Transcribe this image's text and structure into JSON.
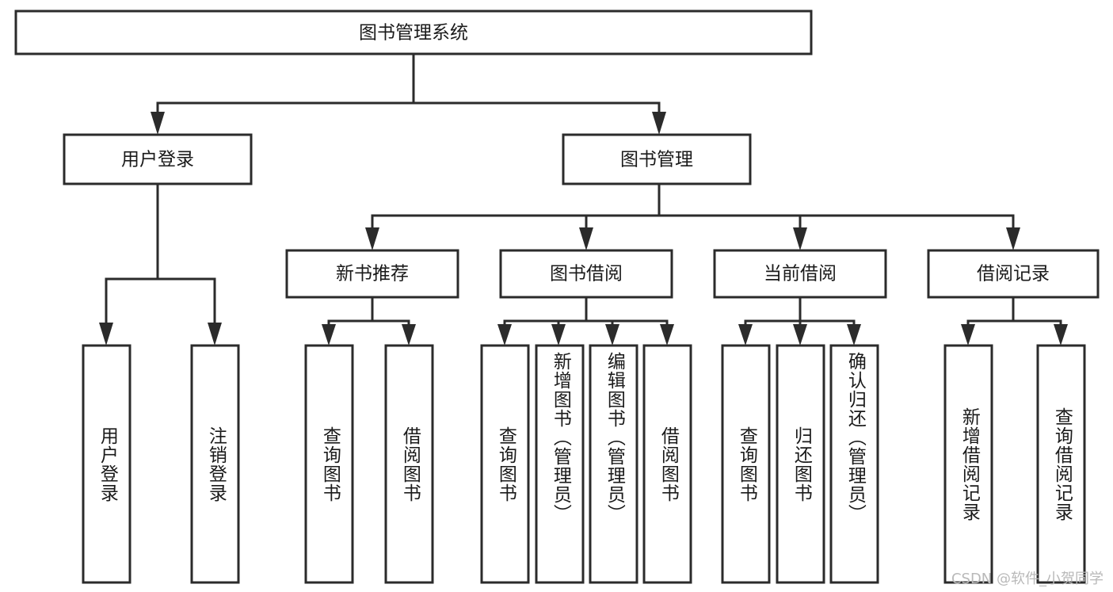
{
  "diagram": {
    "type": "tree-hierarchy-chart",
    "title": "图书管理系统",
    "watermark": "CSDN @软件_小贺同学",
    "colors": {
      "stroke": "#2b2b2b",
      "fill": "#ffffff",
      "text": "#1a1a1a",
      "watermark": "#b9b9b9"
    },
    "levels": {
      "root": "图书管理系统",
      "level2": [
        "用户登录",
        "图书管理"
      ],
      "level3": [
        "新书推荐",
        "图书借阅",
        "当前借阅",
        "借阅记录"
      ]
    },
    "nodes": {
      "root": {
        "label": "图书管理系统"
      },
      "user_login": {
        "label": "用户登录"
      },
      "book_manage": {
        "label": "图书管理"
      },
      "new_book_rec": {
        "label": "新书推荐"
      },
      "book_borrow": {
        "label": "图书借阅"
      },
      "current_borrow": {
        "label": "当前借阅"
      },
      "borrow_record": {
        "label": "借阅记录"
      }
    },
    "leaves": {
      "user_login": [
        {
          "label": "用户登录"
        },
        {
          "label": "注销登录"
        }
      ],
      "new_book_rec": [
        {
          "label": "查询图书"
        },
        {
          "label": "借阅图书"
        }
      ],
      "book_borrow": [
        {
          "label": "查询图书"
        },
        {
          "label": "新增图书（管理员）"
        },
        {
          "label": "编辑图书（管理员）"
        },
        {
          "label": "借阅图书"
        }
      ],
      "current_borrow": [
        {
          "label": "查询图书"
        },
        {
          "label": "归还图书"
        },
        {
          "label": "确认归还（管理员）"
        }
      ],
      "borrow_record": [
        {
          "label": "新增借阅记录"
        },
        {
          "label": "查询借阅记录"
        }
      ]
    }
  }
}
